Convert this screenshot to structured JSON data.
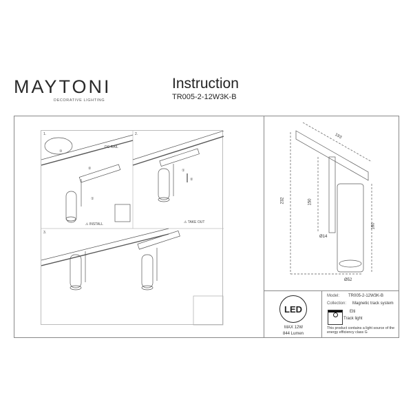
{
  "header": {
    "brand": "MAYTONI",
    "brand_tagline": "DECORATIVE LIGHTING",
    "brand_accent": "#5a1f4a",
    "title": "Instruction",
    "model": "TR005-2-12W3K-B"
  },
  "steps": [
    {
      "number": "1.",
      "label": "INSTALL",
      "rail_label": "DC RAIL",
      "callouts": [
        "①",
        "②",
        "③"
      ]
    },
    {
      "number": "2.",
      "label": "TAKE OUT",
      "callouts": [
        "①",
        "②"
      ]
    },
    {
      "number": "3."
    }
  ],
  "dimensions": {
    "width": "193",
    "height_total": "232",
    "arm": "150",
    "body": "160",
    "arm_dia": "Ø14",
    "body_dia": "Ø52"
  },
  "led": {
    "badge": "LED",
    "power": "MAX 12W",
    "lumen": "844 Lumen"
  },
  "specs": {
    "model_label": "Model:",
    "model_value": "TR005-2-12W3K-B",
    "collection_label": "Collection:",
    "collection_value": "Magnetic track system",
    "series": "Elti",
    "type": "Track light",
    "energy_note": "This product contains a light source of the energy efficiency class G"
  }
}
